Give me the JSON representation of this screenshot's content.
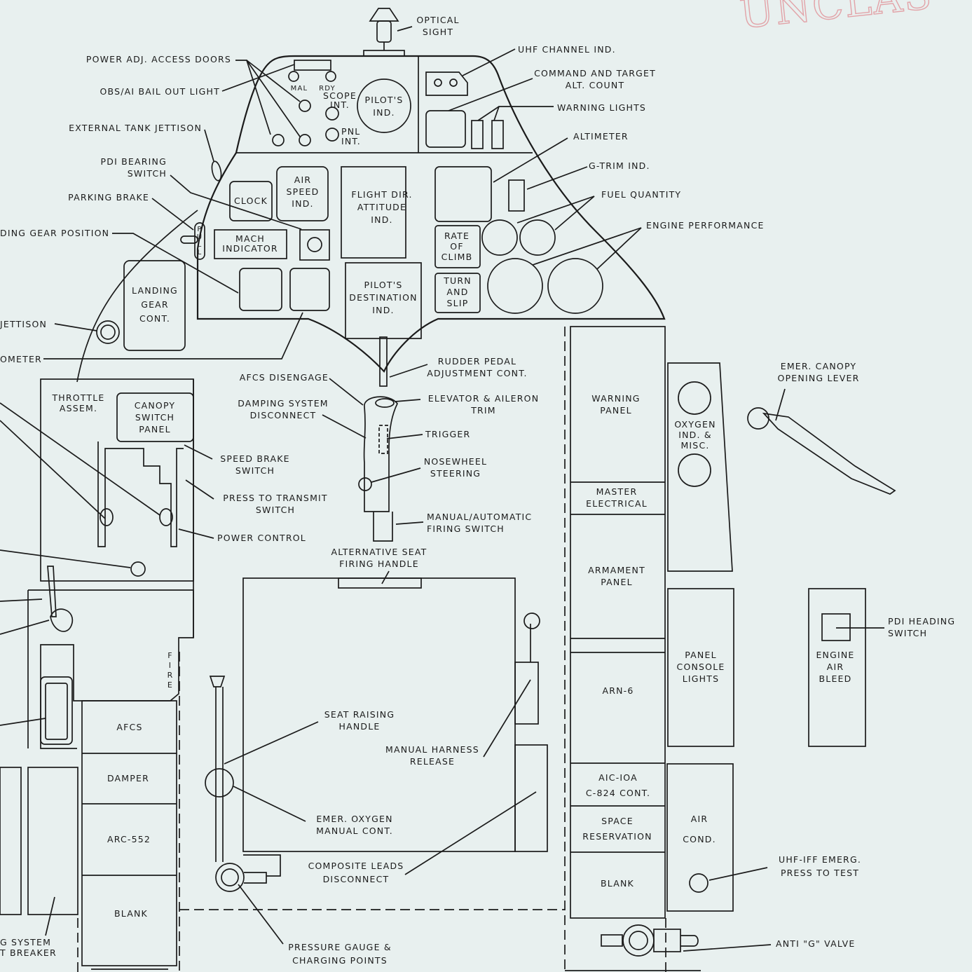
{
  "stamp": "UNCLAS",
  "callouts": {
    "optical_sight": [
      "OPTICAL",
      "SIGHT"
    ],
    "uhf_channel_ind": [
      "UHF CHANNEL IND."
    ],
    "command_target_alt": [
      "COMMAND AND TARGET",
      "ALT. COUNT"
    ],
    "warning_lights": [
      "WARNING LIGHTS"
    ],
    "altimeter": [
      "ALTIMETER"
    ],
    "g_trim_ind": [
      "G-TRIM IND."
    ],
    "fuel_quantity": [
      "FUEL QUANTITY"
    ],
    "engine_performance": [
      "ENGINE PERFORMANCE"
    ],
    "power_adj_access_doors": [
      "POWER ADJ. ACCESS DOORS"
    ],
    "obs_ai_bail_out_light": [
      "OBS/AI BAIL OUT LIGHT"
    ],
    "external_tank_jettison": [
      "EXTERNAL TANK JETTISON"
    ],
    "pdi_bearing_switch": [
      "PDI BEARING",
      "SWITCH"
    ],
    "parking_brake": [
      "PARKING BRAKE"
    ],
    "landing_gear_position": [
      "DING GEAR POSITION"
    ],
    "jettison": [
      "JETTISON"
    ],
    "ometer": [
      "OMETER"
    ],
    "rudder_pedal": [
      "RUDDER PEDAL",
      "ADJUSTMENT CONT."
    ],
    "afcs_disengage": [
      "AFCS DISENGAGE"
    ],
    "damping_system": [
      "DAMPING SYSTEM",
      "DISCONNECT"
    ],
    "elevator_aileron_trim": [
      "ELEVATOR & AILERON",
      "TRIM"
    ],
    "trigger": [
      "TRIGGER"
    ],
    "nosewheel_steering": [
      "NOSEWHEEL",
      "STEERING"
    ],
    "manual_auto_firing": [
      "MANUAL/AUTOMATIC",
      "FIRING SWITCH"
    ],
    "speed_brake_switch": [
      "SPEED BRAKE",
      "SWITCH"
    ],
    "press_to_transmit": [
      "PRESS TO TRANSMIT",
      "SWITCH"
    ],
    "power_control": [
      "POWER CONTROL"
    ],
    "alt_seat_firing": [
      "ALTERNATIVE SEAT",
      "FIRING HANDLE"
    ],
    "emer_canopy_lever": [
      "EMER. CANOPY",
      "OPENING LEVER"
    ],
    "pdi_heading_switch": [
      "PDI HEADING",
      "SWITCH"
    ],
    "seat_raising_handle": [
      "SEAT RAISING",
      "HANDLE"
    ],
    "manual_harness_release": [
      "MANUAL HARNESS",
      "RELEASE"
    ],
    "emer_oxygen": [
      "EMER. OXYGEN",
      "MANUAL  CONT."
    ],
    "composite_leads": [
      "COMPOSITE  LEADS",
      "DISCONNECT"
    ],
    "uhf_iff_emerg": [
      "UHF-IFF EMERG.",
      "PRESS  TO  TEST"
    ],
    "anti_g_valve": [
      "ANTI \"G\" VALVE"
    ],
    "pressure_gauge": [
      "PRESSURE  GAUGE &",
      "CHARGING  POINTS"
    ],
    "ing_system_breaker": [
      "G SYSTEM",
      "T BREAKER"
    ]
  },
  "panels": {
    "mal": [
      "MAL"
    ],
    "rdy": [
      "RDY"
    ],
    "scope_int": [
      "SCOPE",
      "INT."
    ],
    "pilots_ind": [
      "PILOT'S",
      "IND."
    ],
    "pnl_int": [
      "PNL",
      "INT."
    ],
    "clock": [
      "CLOCK"
    ],
    "airspeed": [
      "AIR",
      "SPEED",
      "IND."
    ],
    "flight_dir": [
      "FLIGHT DIR.",
      "ATTITUDE",
      "IND."
    ],
    "mach": [
      "MACH",
      "INDICATOR"
    ],
    "rate_of_climb": [
      "RATE",
      "OF",
      "CLIMB"
    ],
    "landing_gear_cont": [
      "LANDING",
      "GEAR",
      "CONT."
    ],
    "pilots_destination": [
      "PILOT'S",
      "DESTINATION",
      "IND."
    ],
    "turn_slip": [
      "TURN",
      "AND",
      "SLIP"
    ],
    "pull": [
      "P",
      "U",
      "L",
      "L"
    ],
    "throttle_assem": [
      "THROTTLE",
      "ASSEM."
    ],
    "canopy_switch_panel": [
      "CANOPY",
      "SWITCH",
      "PANEL"
    ],
    "warning_panel": [
      "WARNING",
      "PANEL"
    ],
    "oxygen_ind": [
      "OXYGEN",
      "IND. &",
      "MISC."
    ],
    "master_electrical": [
      "MASTER",
      "ELECTRICAL"
    ],
    "armament_panel": [
      "ARMAMENT",
      "PANEL"
    ],
    "panel_console_lights": [
      "PANEL",
      "CONSOLE",
      "LIGHTS"
    ],
    "arn6": [
      "ARN-6"
    ],
    "engine_air_bleed": [
      "ENGINE",
      "AIR",
      "BLEED"
    ],
    "aic10a": [
      "AIC-IOA"
    ],
    "c824": [
      "C-824 CONT."
    ],
    "space_reservation": [
      "SPACE",
      "RESERVATION"
    ],
    "air_cond": [
      "AIR",
      "COND."
    ],
    "blank_right": [
      "BLANK"
    ],
    "fire": [
      "F",
      "I",
      "R",
      "E"
    ],
    "afcs": [
      "AFCS"
    ],
    "damper": [
      "DAMPER"
    ],
    "arc552": [
      "ARC-552"
    ],
    "blank_left": [
      "BLANK"
    ]
  }
}
